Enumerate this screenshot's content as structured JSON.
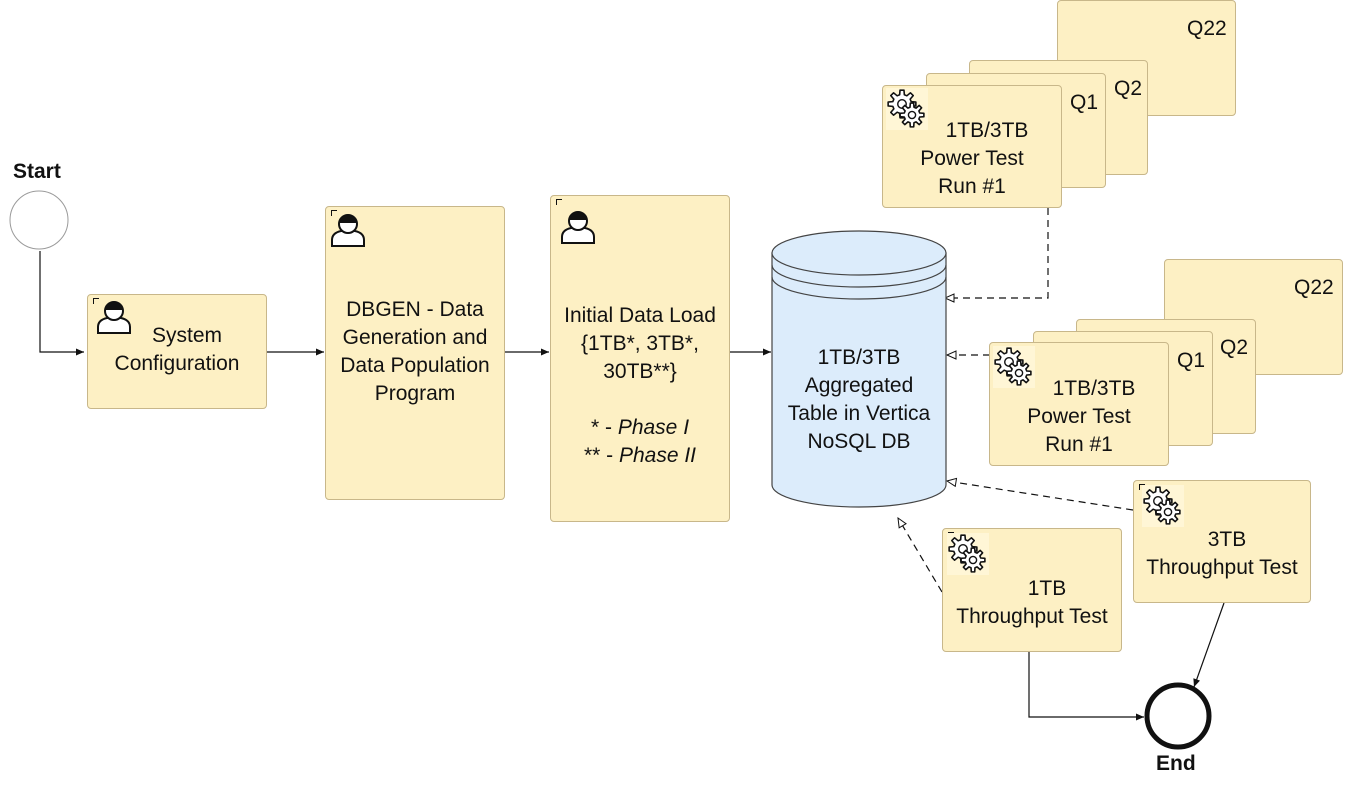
{
  "start": {
    "label": "Start"
  },
  "end": {
    "label": "End"
  },
  "tasks": {
    "system_config": {
      "line1": "System",
      "line2": "Configuration"
    },
    "dbgen": {
      "line1": "DBGEN - Data",
      "line2": "Generation and",
      "line3": "Data Population",
      "line4": "Program"
    },
    "initial_load": {
      "line1": "Initial Data Load",
      "line2": "{1TB*, 3TB*,",
      "line3": "30TB**}",
      "note1_prefix": "* - ",
      "note1_phase": "Phase I",
      "note2_prefix": "** - ",
      "note2_phase": "Phase II"
    },
    "database": {
      "line1": "1TB/3TB",
      "line2": "Aggregated",
      "line3": "Table in Vertica",
      "line4": "NoSQL DB"
    },
    "power_test_top": {
      "line1": "1TB/3TB",
      "line2": "Power Test",
      "line3": "Run #1",
      "q_first": "Q1",
      "q_second": "Q2",
      "q_last": "Q22"
    },
    "power_test_mid": {
      "line1": "1TB/3TB",
      "line2": "Power Test",
      "line3": "Run #1",
      "q_first": "Q1",
      "q_second": "Q2",
      "q_last": "Q22"
    },
    "throughput_3tb": {
      "line1": "3TB",
      "line2": "Throughput Test"
    },
    "throughput_1tb": {
      "line1": "1TB",
      "line2": "Throughput Test"
    }
  },
  "icons": {
    "user_task": "user-icon",
    "service_task": "gear-icon"
  },
  "colors": {
    "task_fill": "#fdf0c4",
    "task_border": "#c8b78a",
    "database_fill": "#dcecfb",
    "edge": "#111111"
  }
}
